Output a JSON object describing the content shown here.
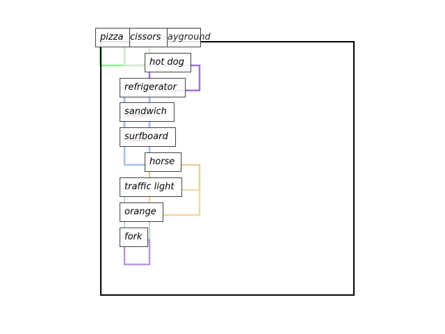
{
  "boxes": [
    {
      "label": "pizza",
      "color": "#90ee90"
    },
    {
      "label": "cissors",
      "color": "#cfe8cf"
    },
    {
      "label": "playground",
      "color": "#d8d8d8"
    },
    {
      "label": "hot dog",
      "color": "#a070d8"
    },
    {
      "label": "refrigerator",
      "color": "#a0407a"
    },
    {
      "label": "sandwich",
      "color": "#b03060"
    },
    {
      "label": "surfboard",
      "color": "#a8c0f0"
    },
    {
      "label": "horse",
      "color": "#e8d090"
    },
    {
      "label": "traffic light",
      "color": "#b8d8d0"
    },
    {
      "label": "orange",
      "color": "#f0d8a0"
    },
    {
      "label": "fork",
      "color": "#b898e0"
    }
  ]
}
